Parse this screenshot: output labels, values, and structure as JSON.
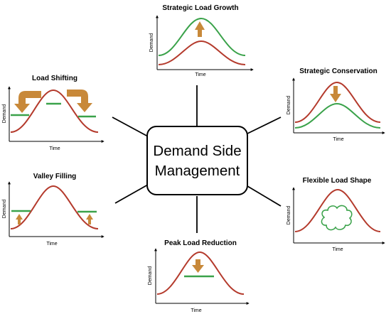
{
  "center": {
    "line1": "Demand Side",
    "line2": "Management"
  },
  "axis": {
    "x_label": "Time",
    "y_label": "Demand"
  },
  "panels": {
    "strategic_load_growth": {
      "title": "Strategic Load Growth"
    },
    "load_shifting": {
      "title": "Load Shifting"
    },
    "strategic_conservation": {
      "title": "Strategic Conservation"
    },
    "valley_filling": {
      "title": "Valley Filling"
    },
    "flexible_load_shape": {
      "title": "Flexible Load Shape"
    },
    "peak_load_reduction": {
      "title": "Peak Load Reduction"
    }
  },
  "colors": {
    "baseline_curve": "#b43a2c",
    "modified_curve": "#3aa24a",
    "arrow": "#c8893a",
    "cloud": "#3aa24a"
  }
}
